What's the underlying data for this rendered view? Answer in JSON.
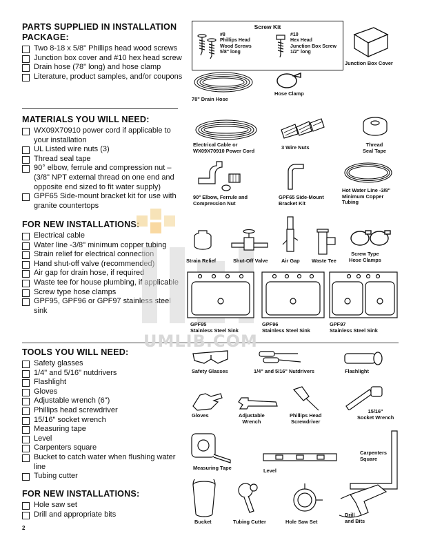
{
  "sections": {
    "parts": {
      "heading_line1": "PARTS SUPPLIED IN INSTALLATION",
      "heading_line2": "PACKAGE:",
      "items": [
        "Two 8-18 x 5/8\" Phillips head wood screws",
        "Junction box cover and #10 hex head screw",
        "Drain hose (78\" long) and hose clamp",
        "Literature, product samples, and/or coupons"
      ]
    },
    "materials": {
      "heading": "MATERIALS YOU WILL NEED:",
      "items": [
        "WX09X70910 power cord if applicable to your installation",
        "UL Listed wire nuts (3)",
        "Thread seal tape",
        "90° elbow, ferrule and compression nut – (3/8\" NPT external thread on one end and opposite end sized to fit water supply)",
        "GPF65 Side-mount bracket kit for use with granite countertops"
      ]
    },
    "new_installations": {
      "heading": "FOR NEW INSTALLATIONS:",
      "items": [
        "Electrical cable",
        "Water line -3/8\" minimum copper tubing",
        "Strain relief for electrical connection",
        "Hand shut-off valve (recommended)",
        "Air gap for drain hose, if required",
        "Waste tee for house plumbing, if applicable",
        "Screw type hose clamps",
        "GPF95, GPF96 or GPF97 stainless steel sink"
      ]
    },
    "tools": {
      "heading": "TOOLS YOU WILL NEED:",
      "items": [
        "Safety glasses",
        "1/4\" and 5/16\" nutdrivers",
        "Flashlight",
        "Gloves",
        "Adjustable wrench (6\")",
        "Phillips head screwdriver",
        "15/16\" socket wrench",
        "Measuring tape",
        "Level",
        "Carpenters square",
        "Bucket to catch water when flushing water line",
        "Tubing cutter"
      ]
    },
    "tools_new": {
      "heading": "FOR NEW INSTALLATIONS:",
      "items": [
        "Hole saw set",
        "Drill and appropriate bits"
      ]
    }
  },
  "screw_kit": {
    "title": "Screw Kit",
    "left_caption": [
      "#8",
      "Phillips Head",
      "Wood Screws",
      "5/8\" long"
    ],
    "right_caption": [
      "#10",
      "Hex Head",
      "Junction Box Screw",
      "1/2\" long"
    ]
  },
  "captions": {
    "junction_box_cover": "Junction Box Cover",
    "drain_hose": "78\" Drain Hose",
    "hose_clamp": "Hose Clamp",
    "electrical_cable_1": "Electrical Cable or",
    "electrical_cable_2": "WX09X70910 Power Cord",
    "wire_nuts": "3 Wire Nuts",
    "thread_tape_1": "Thread",
    "thread_tape_2": "Seal Tape",
    "elbow_1": "90° Elbow, Ferrule and",
    "elbow_2": "Compression Nut",
    "bracket_1": "GPF65 Side-Mount",
    "bracket_2": "Bracket Kit",
    "copper_1": "Hot Water Line -3/8\"",
    "copper_2": "Minimum Copper",
    "copper_3": "Tubing",
    "strain_relief": "Strain Relief",
    "shutoff": "Shut-Off Valve",
    "air_gap": "Air Gap",
    "waste_tee": "Waste Tee",
    "screw_clamps_1": "Screw Type",
    "screw_clamps_2": "Hose Clamps",
    "gpf95_1": "GPF95",
    "gpf95_2": "Stainless Steel Sink",
    "gpf96_1": "GPF96",
    "gpf96_2": "Stainless Steel Sink",
    "gpf97_1": "GPF97",
    "gpf97_2": "Stainless Steel Sink",
    "safety_glasses": "Safety Glasses",
    "nutdrivers": "1/4\" and 5/16\" Nutdrivers",
    "flashlight": "Flashlight",
    "gloves": "Gloves",
    "adj_wrench_1": "Adjustable",
    "adj_wrench_2": "Wrench",
    "phillips_1": "Phillips Head",
    "phillips_2": "Screwdriver",
    "socket_1": "15/16\"",
    "socket_2": "Socket Wrench",
    "carpenters_1": "Carpenters",
    "carpenters_2": "Square",
    "measuring_tape": "Measuring Tape",
    "level": "Level",
    "bucket": "Bucket",
    "tubing_cutter": "Tubing Cutter",
    "hole_saw": "Hole Saw Set",
    "drill_1": "Drill",
    "drill_2": "and Bits"
  },
  "watermark": "UMLIB.COM",
  "page_number": "2"
}
